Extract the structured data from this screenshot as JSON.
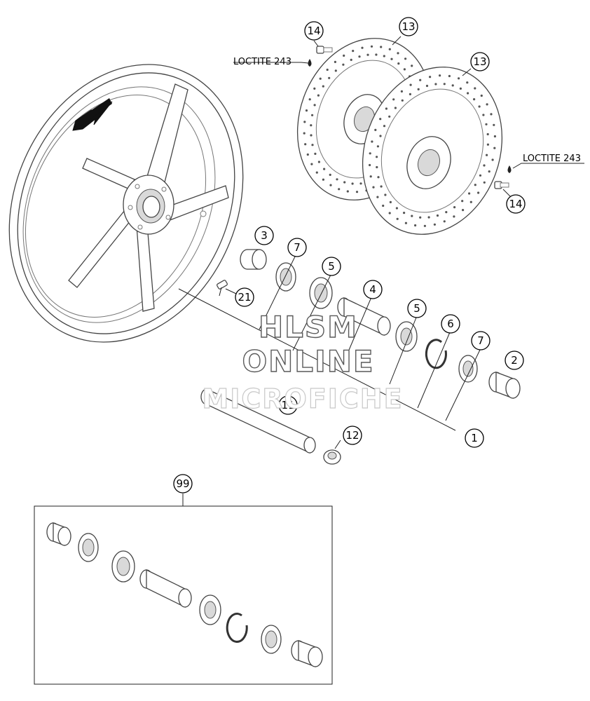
{
  "callouts": [
    {
      "id": "c14a",
      "label": "14"
    },
    {
      "id": "c13a",
      "label": "13"
    },
    {
      "id": "c13b",
      "label": "13"
    },
    {
      "id": "c14b",
      "label": "14"
    },
    {
      "id": "c3",
      "label": "3"
    },
    {
      "id": "c7a",
      "label": "7"
    },
    {
      "id": "c5a",
      "label": "5"
    },
    {
      "id": "c21",
      "label": "21"
    },
    {
      "id": "c4",
      "label": "4"
    },
    {
      "id": "c5b",
      "label": "5"
    },
    {
      "id": "c6",
      "label": "6"
    },
    {
      "id": "c7b",
      "label": "7"
    },
    {
      "id": "c2",
      "label": "2"
    },
    {
      "id": "c11",
      "label": "11"
    },
    {
      "id": "c12",
      "label": "12"
    },
    {
      "id": "c1",
      "label": "1"
    },
    {
      "id": "c99",
      "label": "99"
    }
  ],
  "notes": {
    "loctite_top": "LOCTITE 243",
    "loctite_right": "LOCTITE 243"
  },
  "watermark": {
    "line1": "HLSM",
    "line2": "ONLINE",
    "line3": "MICROFICHE"
  }
}
